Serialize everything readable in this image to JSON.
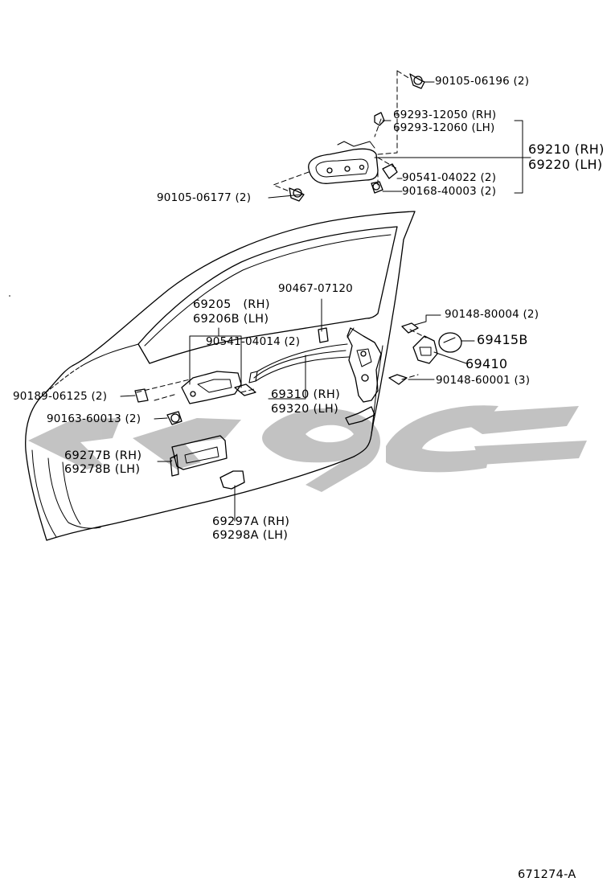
{
  "diagram": {
    "watermark_text": "ﺔﻴﺑﺮﻋ",
    "labels": {
      "p_90105_06196": "90105-06196 (2)",
      "p_69293_12050": "69293-12050 (RH)",
      "p_69293_12060": "69293-12060 (LH)",
      "p_69210": "69210 (RH)",
      "p_69220": "69220 (LH)",
      "p_90541_04022": "90541-04022 (2)",
      "p_90168_40003": "90168-40003 (2)",
      "p_90105_06177": "90105-06177 (2)",
      "p_90467_07120": "90467-07120",
      "p_69205": "69205   (RH)",
      "p_69206b": "69206B (LH)",
      "p_90148_80004": "90148-80004 (2)",
      "p_69415b": "69415B",
      "p_90541_04014": "90541-04014 (2)",
      "p_69410": "69410",
      "p_90148_60001": "90148-60001 (3)",
      "p_90189_06125": "90189-06125 (2)",
      "p_69310": "69310 (RH)",
      "p_69320": "69320 (LH)",
      "p_90163_60013": "90163-60013 (2)",
      "p_69277b": "69277B (RH)",
      "p_69278b": "69278B (LH)",
      "p_69297a": "69297A (RH)",
      "p_69298a": "69298A (LH)"
    },
    "figure_code": "671274-A",
    "watermark_color": "#b8b8b8"
  }
}
